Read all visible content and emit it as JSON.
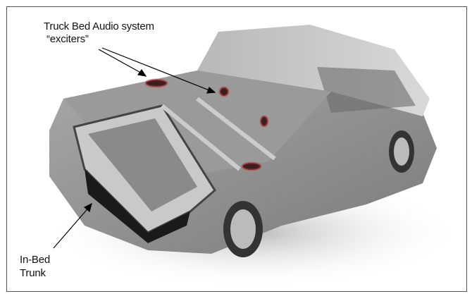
{
  "annotations": {
    "exciters_line1": "Truck Bed Audio system",
    "exciters_line2": "“exciters”",
    "trunk_line1": "In-Bed",
    "trunk_line2": "Trunk"
  },
  "colors": {
    "body": "#8f8f8f",
    "exciter": "#c23a3a",
    "trunk": "#1a1a1a"
  }
}
